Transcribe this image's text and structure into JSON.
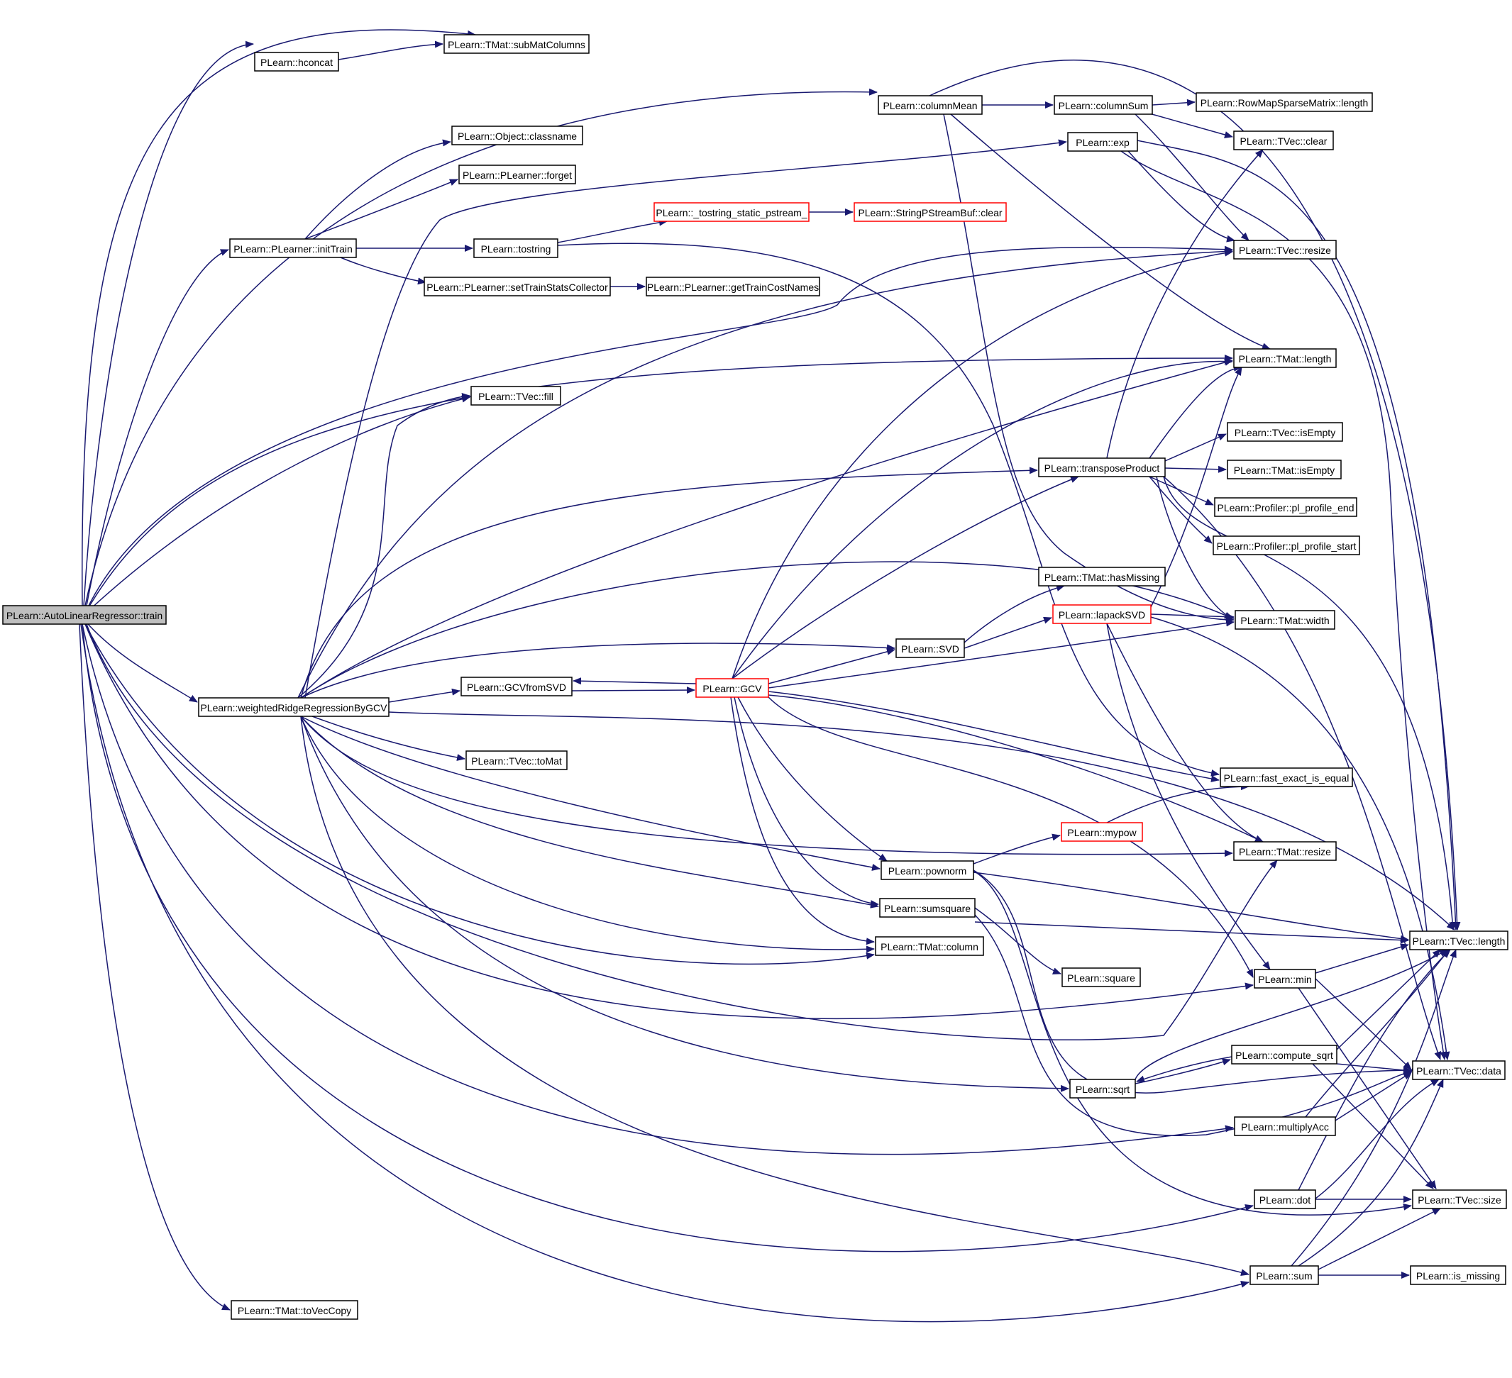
{
  "graph": {
    "colors": {
      "edge": "#191970",
      "node_border": "#000000",
      "truncated_border": "#ff0000",
      "root_fill": "#bfbfbf",
      "node_fill": "#ffffff"
    },
    "nodes": [
      {
        "id": "train",
        "label": "PLearn::AutoLinearRegressor::train",
        "style": "root"
      },
      {
        "id": "hconcat",
        "label": "PLearn::hconcat",
        "style": "normal"
      },
      {
        "id": "subMatColumns",
        "label": "PLearn::TMat::subMatColumns",
        "style": "normal"
      },
      {
        "id": "columnMean",
        "label": "PLearn::columnMean",
        "style": "normal"
      },
      {
        "id": "columnSum",
        "label": "PLearn::columnSum",
        "style": "normal"
      },
      {
        "id": "rmspLength",
        "label": "PLearn::RowMapSparseMatrix::length",
        "style": "normal"
      },
      {
        "id": "classname",
        "label": "PLearn::Object::classname",
        "style": "normal"
      },
      {
        "id": "exp",
        "label": "PLearn::exp",
        "style": "normal"
      },
      {
        "id": "tvecClear",
        "label": "PLearn::TVec::clear",
        "style": "normal"
      },
      {
        "id": "forget",
        "label": "PLearn::PLearner::forget",
        "style": "normal"
      },
      {
        "id": "tostringStatic",
        "label": "PLearn::_tostring_static_pstream_",
        "style": "truncated"
      },
      {
        "id": "spsbClear",
        "label": "PLearn::StringPStreamBuf::clear",
        "style": "truncated"
      },
      {
        "id": "initTrain",
        "label": "PLearn::PLearner::initTrain",
        "style": "normal"
      },
      {
        "id": "tostring",
        "label": "PLearn::tostring",
        "style": "normal"
      },
      {
        "id": "tvecResize",
        "label": "PLearn::TVec::resize",
        "style": "normal"
      },
      {
        "id": "setTrainStats",
        "label": "PLearn::PLearner::setTrainStatsCollector",
        "style": "normal"
      },
      {
        "id": "getTrainCost",
        "label": "PLearn::PLearner::getTrainCostNames",
        "style": "normal"
      },
      {
        "id": "tmatLength",
        "label": "PLearn::TMat::length",
        "style": "normal"
      },
      {
        "id": "fill",
        "label": "PLearn::TVec::fill",
        "style": "normal"
      },
      {
        "id": "tvecIsEmpty",
        "label": "PLearn::TVec::isEmpty",
        "style": "normal"
      },
      {
        "id": "transposeProduct",
        "label": "PLearn::transposeProduct",
        "style": "normal"
      },
      {
        "id": "tmatIsEmpty",
        "label": "PLearn::TMat::isEmpty",
        "style": "normal"
      },
      {
        "id": "profEnd",
        "label": "PLearn::Profiler::pl_profile_end",
        "style": "normal"
      },
      {
        "id": "profStart",
        "label": "PLearn::Profiler::pl_profile_start",
        "style": "normal"
      },
      {
        "id": "hasMissing",
        "label": "PLearn::TMat::hasMissing",
        "style": "normal"
      },
      {
        "id": "lapackSVD",
        "label": "PLearn::lapackSVD",
        "style": "truncated"
      },
      {
        "id": "tmatWidth",
        "label": "PLearn::TMat::width",
        "style": "normal"
      },
      {
        "id": "svd",
        "label": "PLearn::SVD",
        "style": "normal"
      },
      {
        "id": "gcvFromSVD",
        "label": "PLearn::GCVfromSVD",
        "style": "normal"
      },
      {
        "id": "gcv",
        "label": "PLearn::GCV",
        "style": "truncated"
      },
      {
        "id": "wrr",
        "label": "PLearn::weightedRidgeRegressionByGCV",
        "style": "normal"
      },
      {
        "id": "toMat",
        "label": "PLearn::TVec::toMat",
        "style": "normal"
      },
      {
        "id": "fastEq",
        "label": "PLearn::fast_exact_is_equal",
        "style": "normal"
      },
      {
        "id": "mypow",
        "label": "PLearn::mypow",
        "style": "truncated"
      },
      {
        "id": "tmatResize",
        "label": "PLearn::TMat::resize",
        "style": "normal"
      },
      {
        "id": "pownorm",
        "label": "PLearn::pownorm",
        "style": "normal"
      },
      {
        "id": "sumsquare",
        "label": "PLearn::sumsquare",
        "style": "normal"
      },
      {
        "id": "tvecLength",
        "label": "PLearn::TVec::length",
        "style": "normal"
      },
      {
        "id": "tmatColumn",
        "label": "PLearn::TMat::column",
        "style": "normal"
      },
      {
        "id": "square",
        "label": "PLearn::square",
        "style": "normal"
      },
      {
        "id": "min",
        "label": "PLearn::min",
        "style": "normal"
      },
      {
        "id": "computeSqrt",
        "label": "PLearn::compute_sqrt",
        "style": "normal"
      },
      {
        "id": "tvecData",
        "label": "PLearn::TVec::data",
        "style": "normal"
      },
      {
        "id": "sqrt",
        "label": "PLearn::sqrt",
        "style": "normal"
      },
      {
        "id": "multiplyAcc",
        "label": "PLearn::multiplyAcc",
        "style": "normal"
      },
      {
        "id": "dot",
        "label": "PLearn::dot",
        "style": "normal"
      },
      {
        "id": "tvecSize",
        "label": "PLearn::TVec::size",
        "style": "normal"
      },
      {
        "id": "sum",
        "label": "PLearn::sum",
        "style": "normal"
      },
      {
        "id": "isMissing",
        "label": "PLearn::is_missing",
        "style": "normal"
      },
      {
        "id": "toVecCopy",
        "label": "PLearn::TMat::toVecCopy",
        "style": "normal"
      }
    ]
  }
}
